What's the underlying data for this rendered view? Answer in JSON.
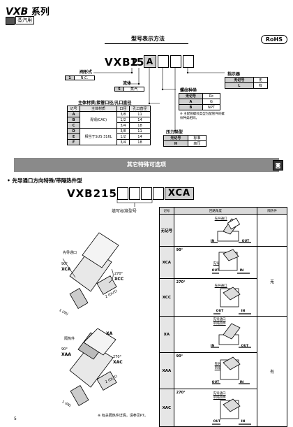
{
  "header": {
    "series_code": "VXB",
    "series_suffix": "系列",
    "usage_tag": "蒸汽用"
  },
  "model_section": {
    "title": "型号表示方法",
    "rohs": "RoHS",
    "model_prefix": "VXB2",
    "model_digits": [
      "1",
      "5"
    ],
    "model_letter": "A",
    "valve_type": {
      "label": "阀形式",
      "code": "1",
      "value": "N.C."
    },
    "fluid": {
      "label": "流体",
      "code": "5",
      "value": "蒸汽"
    },
    "body_table": {
      "label": "主体材质/接管口径/孔口直径",
      "headers": [
        "记号",
        "主体材质",
        "口径",
        "孔口直径"
      ],
      "rows": [
        [
          "A",
          "",
          "3/8",
          "11"
        ],
        [
          "B",
          "青铜(CAC)",
          "1/2",
          "14"
        ],
        [
          "C",
          "",
          "3/4",
          "18"
        ],
        [
          "D",
          "",
          "3/8",
          "11"
        ],
        [
          "E",
          "相当于SUS 316L",
          "1/2",
          "14"
        ],
        [
          "F",
          "",
          "3/4",
          "18"
        ]
      ]
    },
    "thread": {
      "label": "螺纹种类",
      "note": "※ 主配管螺纹类型为配管件的螺纹种类相同。",
      "rows": [
        [
          "无记号",
          "Rc"
        ],
        [
          "A",
          "G"
        ],
        [
          "B",
          "NPT"
        ]
      ]
    },
    "indicator": {
      "label": "指示器",
      "rows": [
        [
          "无记号",
          "无"
        ],
        [
          "L",
          "有"
        ]
      ]
    },
    "pressure": {
      "label": "压力类型",
      "rows": [
        [
          "无记号",
          "标准"
        ],
        [
          "H",
          "高压"
        ]
      ]
    }
  },
  "options_section": {
    "banner": "其它特殊可选项",
    "bullet": "先导通口方向特殊/带隔热件型",
    "model_prefix": "VXB215",
    "model_suffix": "XCA",
    "std_label": "填写标准型号",
    "table_headers": [
      "记号",
      "回路角度",
      "隔热件"
    ],
    "rows": [
      {
        "code": "无记号",
        "angle": "",
        "port_label": "先导通口",
        "insul": ""
      },
      {
        "code": "XCA",
        "angle": "90°",
        "port_label": "先导通口",
        "insul": ""
      },
      {
        "code": "XCC",
        "angle": "270°",
        "port_label": "先导通口",
        "insul": ""
      },
      {
        "code": "XA",
        "angle": "",
        "port_label": "先导通口\n带隔热件",
        "insul": ""
      },
      {
        "code": "XAA",
        "angle": "90°",
        "port_label": "先导通口\n带隔热件",
        "insul": ""
      },
      {
        "code": "XAC",
        "angle": "270°",
        "port_label": "先导通口\n带隔热件",
        "insul": ""
      }
    ],
    "heat_none": "无",
    "heat_yes": "有",
    "in_label": "IN",
    "out_label": "OUT",
    "drawing1": {
      "port": "先导通口",
      "deg90": "90°",
      "code90": "XCA",
      "deg270": "270°",
      "code270": "XCC",
      "in": "1 (IN)",
      "out": "2 (OUT)"
    },
    "drawing2": {
      "insul": "隔热件",
      "deg90": "90°",
      "code90": "XAA",
      "top": "XA",
      "deg270": "270°",
      "code270": "XAC",
      "in": "1 (IN)",
      "out": "2 (OUT)"
    },
    "footnote": "※ 有关隔热件详情，请参见P7。",
    "page": "5"
  }
}
